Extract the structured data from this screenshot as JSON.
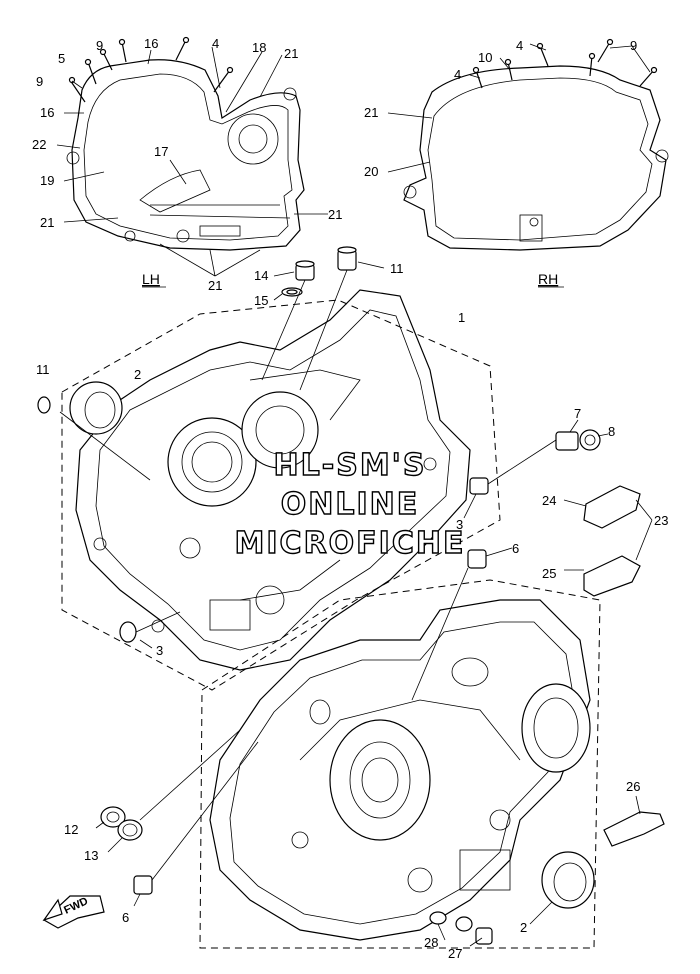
{
  "views": {
    "left_label": "LH",
    "right_label": "RH"
  },
  "watermark": {
    "line1": "HL-SM'S",
    "line2": "ONLINE",
    "line3": "MICROFICHE"
  },
  "direction_label": "FWD",
  "callouts": {
    "c1": "1",
    "c2a": "2",
    "c2b": "2",
    "c3a": "3",
    "c3b": "3",
    "c4a": "4",
    "c4b": "4",
    "c4c": "4",
    "c5": "5",
    "c6a": "6",
    "c6b": "6",
    "c7": "7",
    "c8": "8",
    "c9a": "9",
    "c9b": "9",
    "c9c": "9",
    "c10": "10",
    "c11a": "11",
    "c11b": "11",
    "c12": "12",
    "c13": "13",
    "c14": "14",
    "c15": "15",
    "c16a": "16",
    "c16b": "16",
    "c17": "17",
    "c18": "18",
    "c19": "19",
    "c20": "20",
    "c21a": "21",
    "c21b": "21",
    "c21c": "21",
    "c21d": "21",
    "c21e": "21",
    "c22": "22",
    "c23": "23",
    "c24": "24",
    "c25": "25",
    "c26": "26",
    "c27": "27",
    "c28": "28"
  }
}
